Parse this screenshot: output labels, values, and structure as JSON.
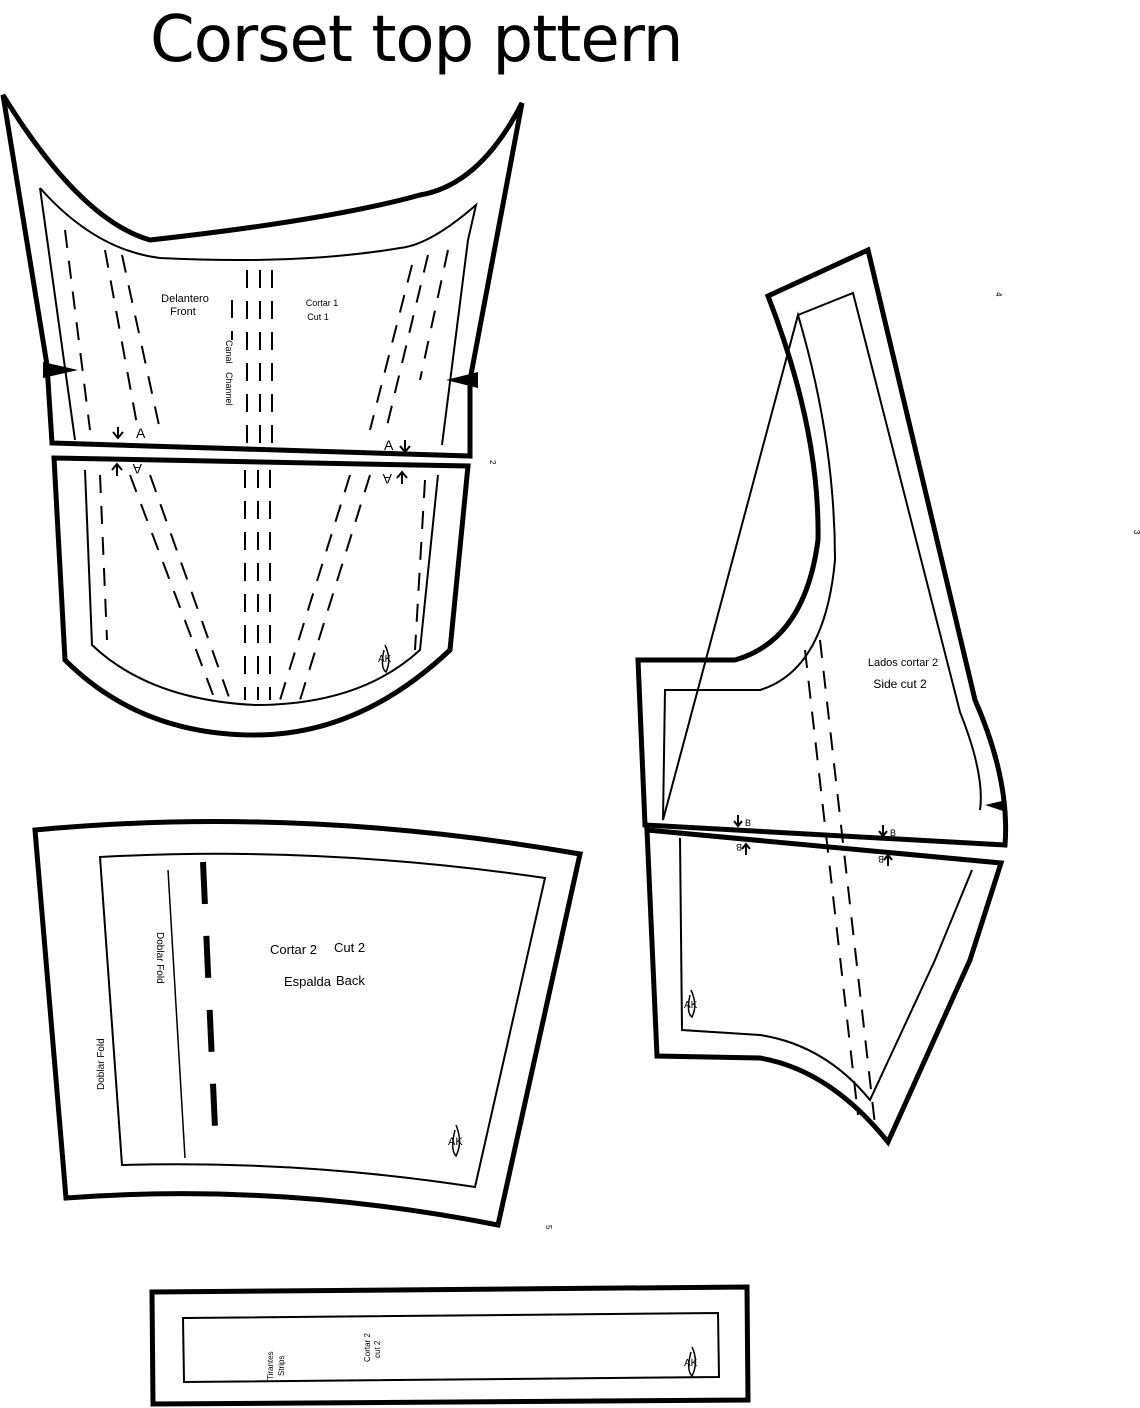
{
  "title": "Corset top pttern",
  "pieces": {
    "front": {
      "name_es": "Delantero",
      "name_en": "Front",
      "cut_es": "Cortar 1",
      "cut_en": "Cut 1",
      "channel_es": "Canal",
      "channel_en": "Channel",
      "match_mark": "A",
      "page_number": "2"
    },
    "side": {
      "name": "Lados cortar 2",
      "name_en": "Side cut 2",
      "match_mark": "B",
      "page_number": "4",
      "page_number_right": "3"
    },
    "back": {
      "cut_es": "Cortar 2",
      "cut_en": "Cut 2",
      "name_es": "Espalda",
      "name_en": "Back",
      "fold_inner": "Doblar Fold",
      "fold_outer": "Doblar Fold",
      "page_number": "5"
    },
    "strips": {
      "name_es": "Tirantes",
      "name_en": "Strips",
      "cut_es": "Cortar 2",
      "cut_en": "cut 2"
    }
  },
  "maker_mark": "AK"
}
